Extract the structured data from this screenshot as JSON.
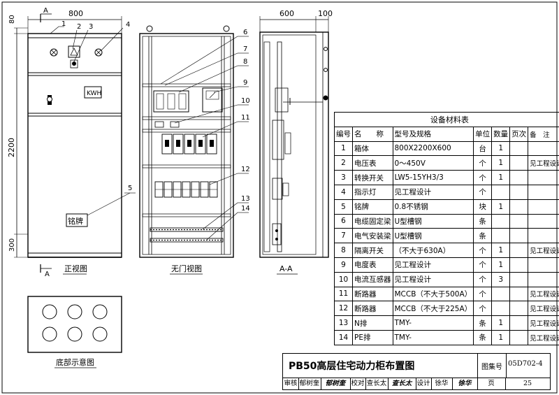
{
  "dimensions": {
    "front_width": "800",
    "plinth": "80",
    "height": "2200",
    "bottom_gap": "300",
    "side_depth": "600",
    "side_extra": "100"
  },
  "section_marker": {
    "letter": "A",
    "section_label": "A-A"
  },
  "callouts": [
    "1",
    "2",
    "3",
    "4",
    "5",
    "6",
    "7",
    "8",
    "9",
    "10",
    "11",
    "12",
    "13",
    "14"
  ],
  "front_view": {
    "caption": "正视图",
    "meter_label": "KWH",
    "nameplate": "铭牌"
  },
  "doorless_view": {
    "caption": "无门视图"
  },
  "bottom_view": {
    "caption": "底部示意图"
  },
  "table": {
    "title": "设备材料表",
    "headers": {
      "no": "编号",
      "name": "名　　称",
      "model": "型号及规格",
      "unit": "单位",
      "qty": "数量",
      "page": "页次",
      "note": "备　注"
    },
    "rows": [
      {
        "no": "1",
        "name": "箱体",
        "model": "800X2200X600",
        "unit": "台",
        "qty": "1",
        "note": ""
      },
      {
        "no": "2",
        "name": "电压表",
        "model": "0～450V",
        "unit": "个",
        "qty": "1",
        "note": "见工程设计"
      },
      {
        "no": "3",
        "name": "转换开关",
        "model": "LW5-15YH3/3",
        "unit": "个",
        "qty": "1",
        "note": ""
      },
      {
        "no": "4",
        "name": "指示灯",
        "model": "见工程设计",
        "unit": "个",
        "qty": "",
        "note": ""
      },
      {
        "no": "5",
        "name": "铭牌",
        "model": "0.8不锈钢",
        "unit": "块",
        "qty": "1",
        "note": ""
      },
      {
        "no": "6",
        "name": "电缆固定梁",
        "model": "U型槽钢",
        "unit": "条",
        "qty": "",
        "note": ""
      },
      {
        "no": "7",
        "name": "电气安装梁",
        "model": "U型槽钢",
        "unit": "条",
        "qty": "",
        "note": ""
      },
      {
        "no": "8",
        "name": "隔离开关",
        "model": "（不大于630A）",
        "unit": "个",
        "qty": "1",
        "note": "见工程设计"
      },
      {
        "no": "9",
        "name": "电度表",
        "model": "见工程设计",
        "unit": "个",
        "qty": "1",
        "note": ""
      },
      {
        "no": "10",
        "name": "电流互感器",
        "model": "见工程设计",
        "unit": "个",
        "qty": "3",
        "note": ""
      },
      {
        "no": "11",
        "name": "断路器",
        "model": "MCCB（不大于500A）",
        "unit": "个",
        "qty": "",
        "note": "见工程设计"
      },
      {
        "no": "12",
        "name": "断路器",
        "model": "MCCB（不大于225A）",
        "unit": "个",
        "qty": "",
        "note": "见工程设计"
      },
      {
        "no": "13",
        "name": "N排",
        "model": "TMY-",
        "unit": "条",
        "qty": "1",
        "note": "见工程设计"
      },
      {
        "no": "14",
        "name": "PE排",
        "model": "TMY-",
        "unit": "条",
        "qty": "1",
        "note": "见工程设计"
      }
    ]
  },
  "title_block": {
    "title": "PB50高层住宅动力柜布置图",
    "atlas_label": "图集号",
    "atlas_no": "05D702-4",
    "review_label": "审核",
    "reviewer": "郁树奎",
    "reviewer_sig": "郁树奎",
    "check_label": "校对",
    "checker": "查长太",
    "checker_sig": "查长太",
    "design_label": "设计",
    "designer": "徐华",
    "designer_sig": "徐华",
    "page_label": "页",
    "page_no": "25"
  }
}
